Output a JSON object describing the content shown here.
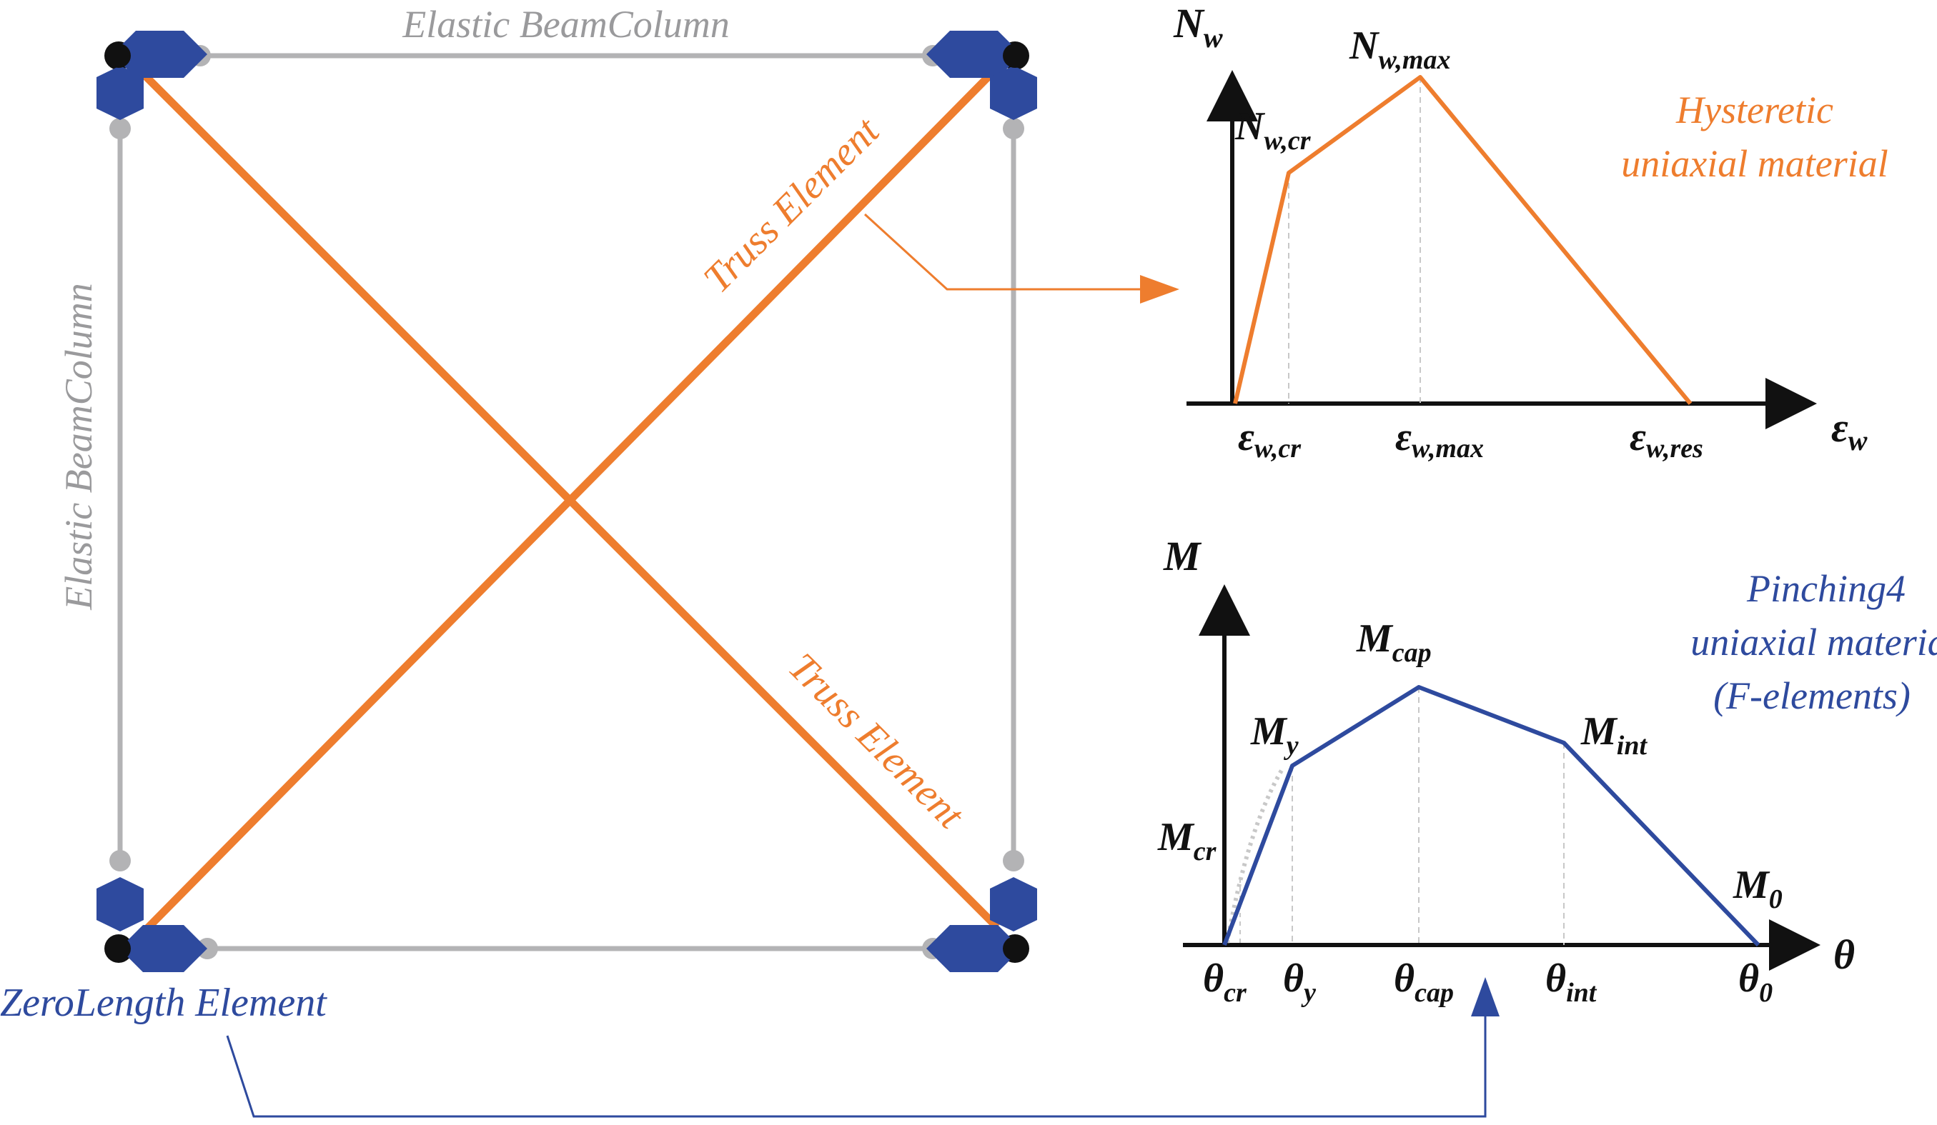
{
  "colors": {
    "frame": "#b3b3b5",
    "truss": "#ee7d2e",
    "zero_length": "#2e4a9e",
    "node_black": "#111111",
    "axis": "#111111",
    "guide": "#c8c8c8"
  },
  "frame_model": {
    "beam_label_top": "Elastic BeamColumn",
    "column_label_left": "Elastic BeamColumn",
    "truss_label_1": "Truss Element",
    "truss_label_2": "Truss Element",
    "zero_length_label": "ZeroLength Element"
  },
  "hysteretic_chart": {
    "y_axis": "N",
    "y_axis_sub": "w",
    "x_axis": "ε",
    "x_axis_sub": "w",
    "peak_label": "N",
    "peak_label_sub": "w,max",
    "crack_label": "N",
    "crack_label_sub": "w,cr",
    "tick_cr": "ε",
    "tick_cr_sub": "w,cr",
    "tick_max": "ε",
    "tick_max_sub": "w,max",
    "tick_res": "ε",
    "tick_res_sub": "w,res",
    "material_line1": "Hysteretic",
    "material_line2": "uniaxial material"
  },
  "pinching_chart": {
    "y_axis": "M",
    "x_axis": "θ",
    "m_cr": "M",
    "m_cr_sub": "cr",
    "m_y": "M",
    "m_y_sub": "y",
    "m_cap": "M",
    "m_cap_sub": "cap",
    "m_int": "M",
    "m_int_sub": "int",
    "m_0": "M",
    "m_0_sub": "0",
    "t_cr": "θ",
    "t_cr_sub": "cr",
    "t_y": "θ",
    "t_y_sub": "y",
    "t_cap": "θ",
    "t_cap_sub": "cap",
    "t_int": "θ",
    "t_int_sub": "int",
    "t_0": "θ",
    "t_0_sub": "0",
    "material_line1": "Pinching4",
    "material_line2": "uniaxial material",
    "material_line3": "(F-elements)"
  },
  "chart_data": [
    {
      "type": "line",
      "name_ref": "hysteretic_chart",
      "points": [
        {
          "x": "0",
          "y": "0"
        },
        {
          "x": "ε_w,cr",
          "y": "N_w,cr"
        },
        {
          "x": "ε_w,max",
          "y": "N_w,max"
        },
        {
          "x": "ε_w,res",
          "y": "0"
        }
      ]
    },
    {
      "type": "line",
      "name_ref": "pinching_chart",
      "points": [
        {
          "x": "θ_cr",
          "y": "0"
        },
        {
          "x": "θ_y",
          "y": "M_y"
        },
        {
          "x": "θ_cap",
          "y": "M_cap"
        },
        {
          "x": "θ_int",
          "y": "M_int"
        },
        {
          "x": "θ_0",
          "y": "M_0"
        }
      ]
    }
  ]
}
